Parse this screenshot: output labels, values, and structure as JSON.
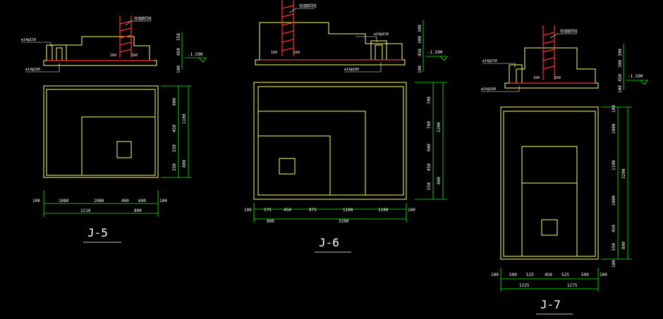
{
  "colors": {
    "background": "#000000",
    "outline": "#ffff66",
    "dimension": "#00ff00",
    "rebar": "#ff3333",
    "leader": "#ffffff",
    "text": "#ffffff"
  },
  "footings": [
    {
      "id": "J-5",
      "section": {
        "bar_label": "⊕14@150",
        "base_label": "⊕14@180",
        "tag": "柱插筋同柱",
        "elev": "-1.500",
        "dims": [
          "350",
          "450",
          "100"
        ],
        "small": [
          "160",
          "160"
        ]
      },
      "plan": {
        "right_dims": [
          "800",
          "450",
          "550",
          "350"
        ],
        "right_total": [
          "1100",
          "800"
        ],
        "bottom_dims": [
          "100",
          "1080",
          "1080",
          "400",
          "600",
          "100"
        ],
        "bottom_total": [
          "2210",
          "800"
        ]
      }
    },
    {
      "id": "J-6",
      "section": {
        "bar_label": "⊕14@150",
        "base_label": "⊕14@180",
        "tag": "柱插筋同柱",
        "elev": "-1.500",
        "dims": [
          "300",
          "300",
          "450",
          "100"
        ],
        "small": [
          "160",
          "160"
        ]
      },
      "plan": {
        "right_dims": [
          "700",
          "700",
          "600",
          "450",
          "550"
        ],
        "right_total": [
          "2200",
          "800"
        ],
        "bottom_dims": [
          "100",
          "575",
          "450",
          "975",
          "1100",
          "1100",
          "100"
        ],
        "bottom_total": [
          "800",
          "3200"
        ]
      }
    },
    {
      "id": "J-7",
      "section": {
        "bar_label": "⊕14@150",
        "base_label": "⊕14@180",
        "tag": "柱插筋同柱",
        "elev": "-1.500",
        "dims": [
          "300",
          "300",
          "450",
          "100"
        ],
        "small": [
          "160",
          "160"
        ]
      },
      "plan": {
        "right_dims": [
          "100",
          "1000",
          "1100",
          "1000",
          "450",
          "550",
          "100"
        ],
        "right_total": [
          "3200",
          "800"
        ],
        "bottom_dims": [
          "100",
          "500",
          "525",
          "450",
          "525",
          "500",
          "100"
        ],
        "bottom_total": [
          "1225",
          "1275"
        ]
      }
    }
  ]
}
